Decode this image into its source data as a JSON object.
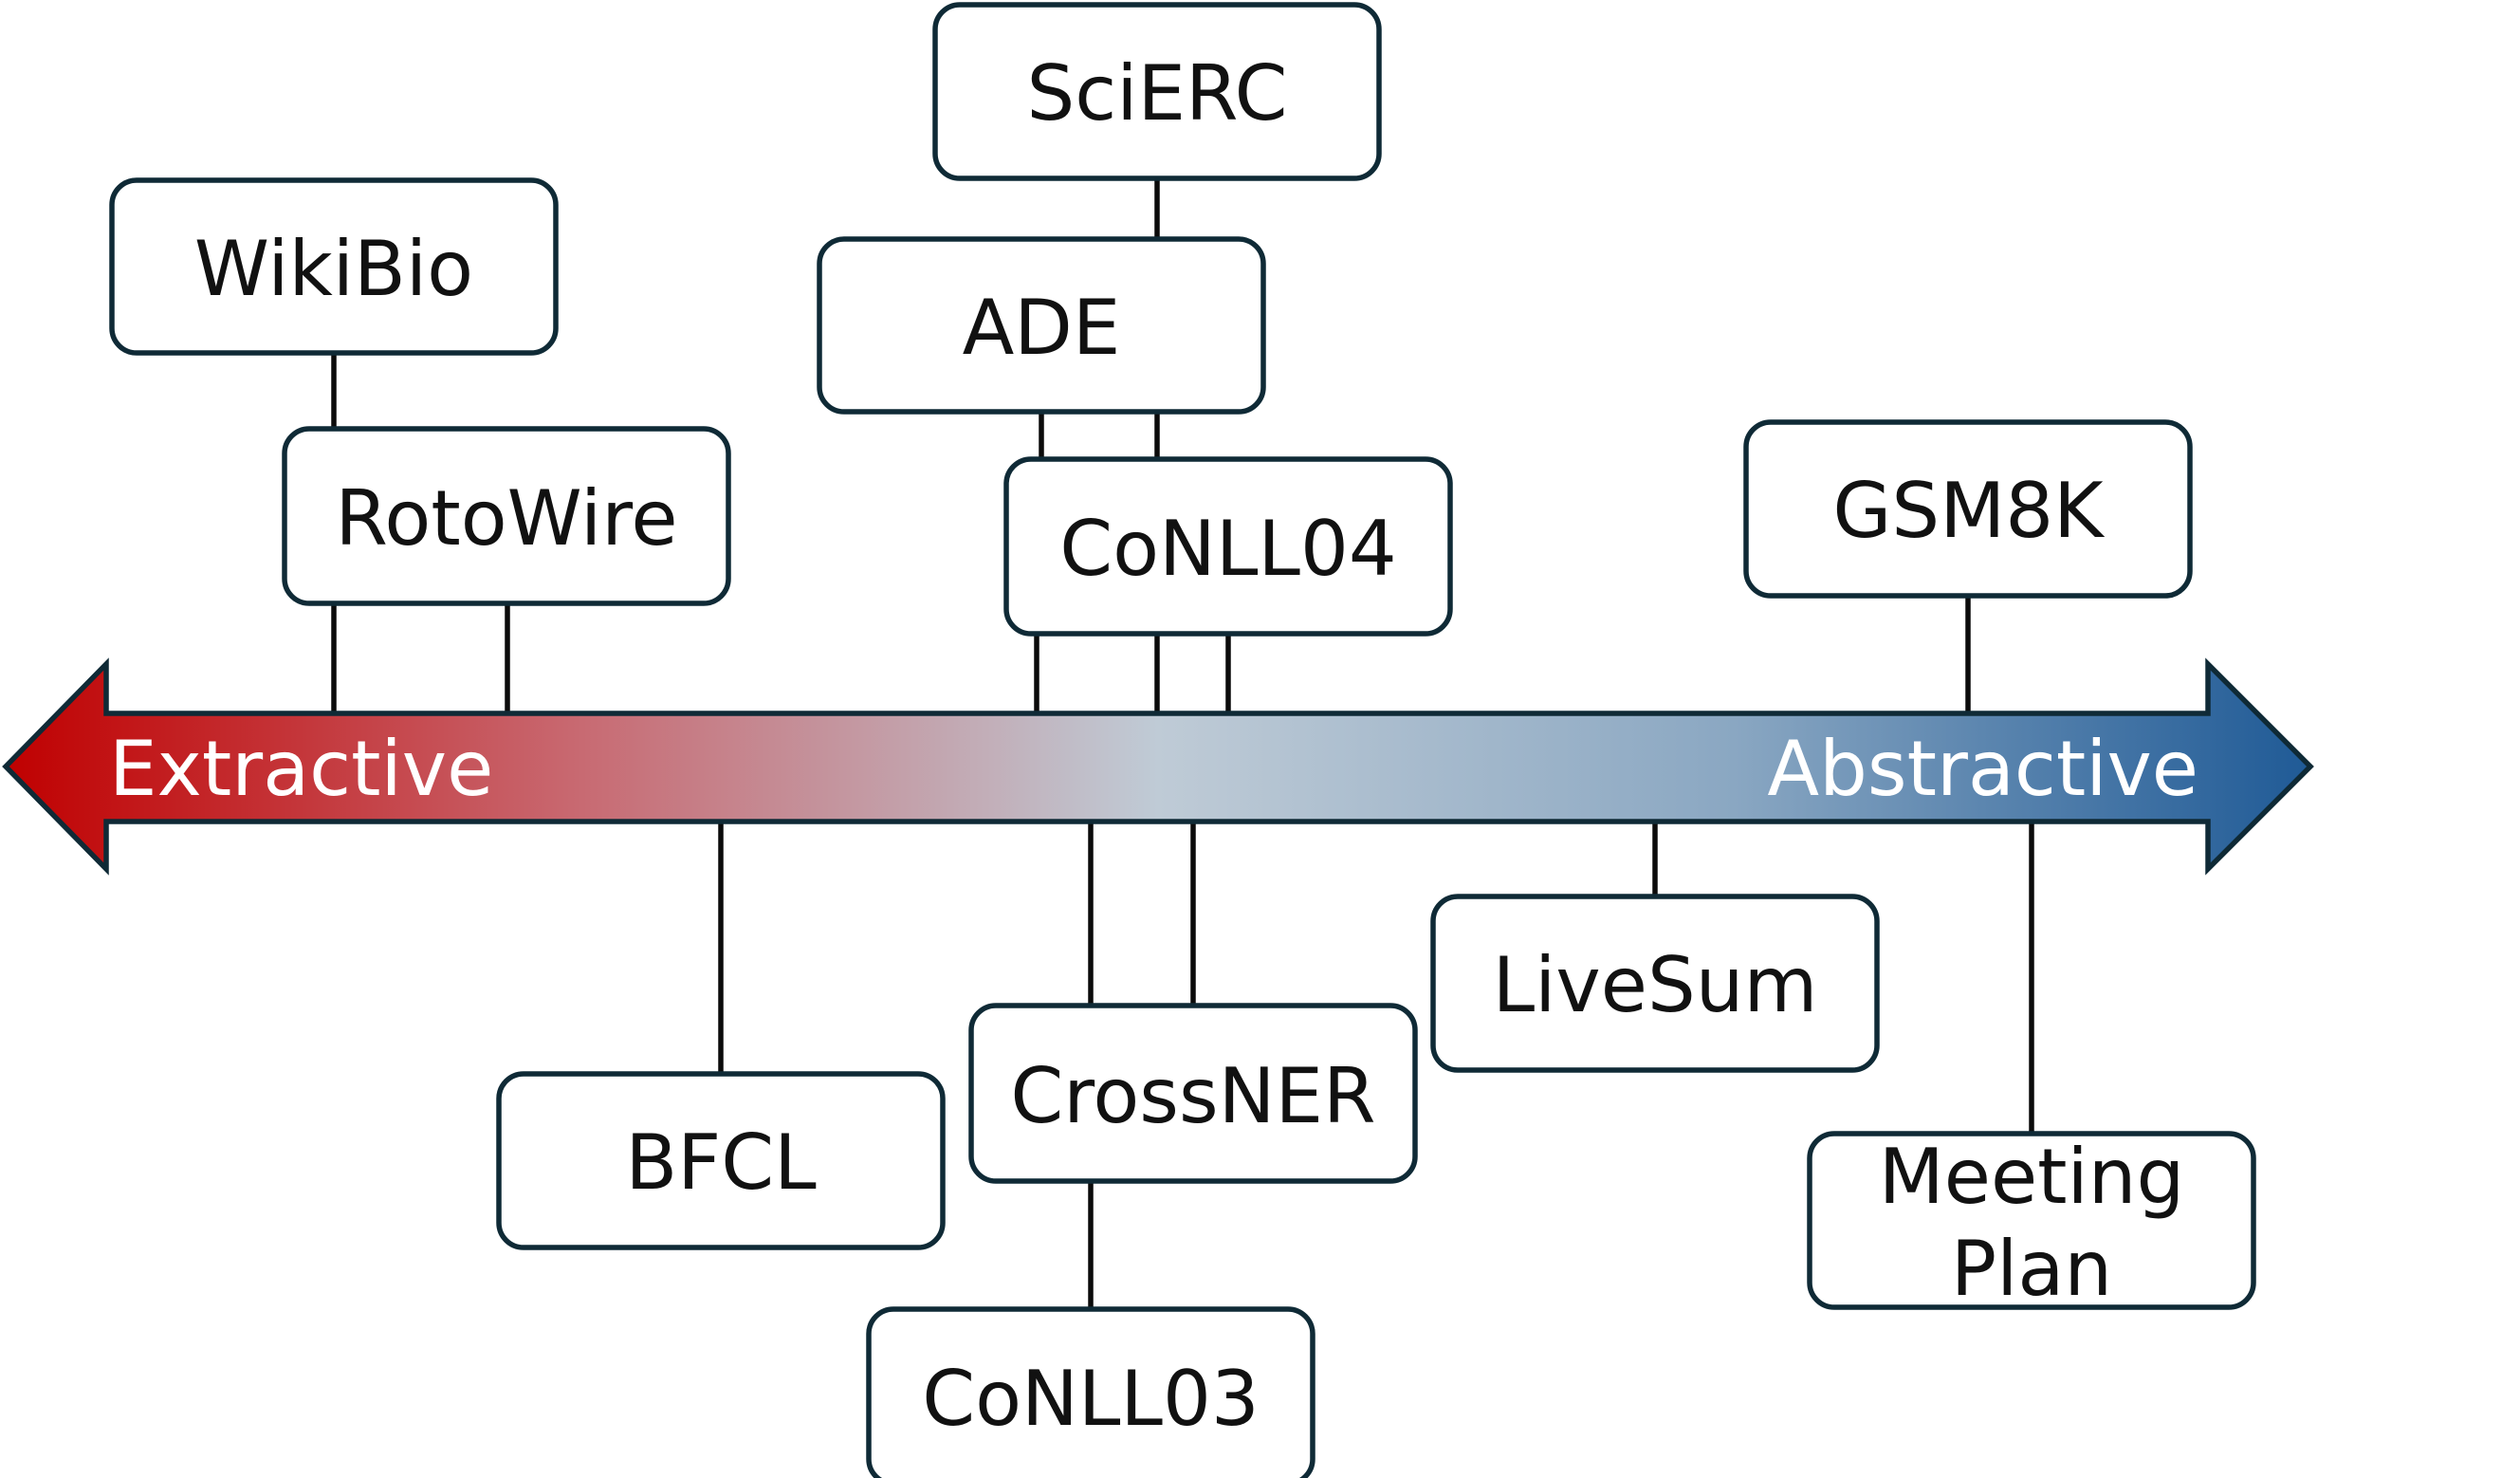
{
  "axis": {
    "left_label": "Extractive",
    "right_label": "Abstractive",
    "gradient": [
      "#c00000",
      "#c86a72",
      "#bfcbd6",
      "#8aa7c2",
      "#1f5a96"
    ],
    "outline_color": "#0f2a36"
  },
  "nodes": {
    "wikibio": "WikiBio",
    "rotowire": "RotoWire",
    "scierc": "SciERC",
    "ade": "ADE",
    "conll04": "CoNLL04",
    "gsm8k": "GSM8K",
    "bfcl": "BFCL",
    "crossner": "CrossNER",
    "conll03": "CoNLL03",
    "livesum": "LiveSum",
    "meeting_plan": [
      "Meeting",
      "Plan"
    ]
  }
}
